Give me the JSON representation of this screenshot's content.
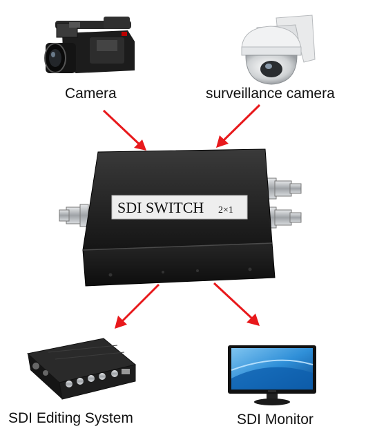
{
  "labels": {
    "camera": "Camera",
    "surveillance": "surveillance camera",
    "switch_main": "SDI SWITCH",
    "switch_ratio": "2×1",
    "editing": "SDI Editing System",
    "monitor": "SDI Monitor"
  },
  "colors": {
    "arrow": "#e8191c",
    "device_body": "#1e1e1e",
    "connector": "#b9bcbf",
    "monitor_screen": "#2f8fd8",
    "sticker": "#eeeeee"
  },
  "icons": [
    "video-camera-icon",
    "dome-camera-icon",
    "sdi-switch-box",
    "editing-system-icon",
    "monitor-icon"
  ]
}
